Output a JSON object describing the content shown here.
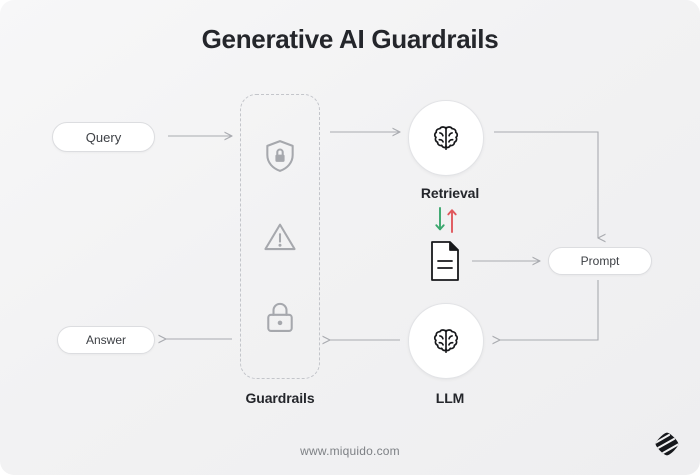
{
  "page": {
    "title": "Generative AI Guardrails",
    "footer_url": "www.miquido.com",
    "background_color": "#f2f2f3",
    "logo_name": "miquido-logo"
  },
  "nodes": {
    "query": {
      "label": "Query",
      "shape": "pill"
    },
    "answer": {
      "label": "Answer",
      "shape": "pill"
    },
    "prompt": {
      "label": "Prompt",
      "shape": "pill"
    },
    "guardrails": {
      "label": "Guardrails",
      "shape": "dashed-container",
      "icons": [
        {
          "name": "shield-lock-icon",
          "label": "Shield with lock"
        },
        {
          "name": "warning-triangle-icon",
          "label": "Warning triangle"
        },
        {
          "name": "padlock-icon",
          "label": "Padlock"
        }
      ]
    },
    "retrieval": {
      "label": "Retrieval",
      "shape": "circle",
      "icon": "brain-icon"
    },
    "llm": {
      "label": "LLM",
      "shape": "circle",
      "icon": "brain-icon"
    },
    "document": {
      "name": "document-icon",
      "label": "Document"
    }
  },
  "sync_arrows": {
    "down_color": "#3aa76d",
    "up_color": "#e0575c",
    "down_label": "write-down-arrow",
    "up_label": "read-up-arrow"
  },
  "connectors": [
    {
      "name": "query-to-guardrails",
      "from": "query",
      "to": "guardrails"
    },
    {
      "name": "guardrails-to-retrieval",
      "from": "guardrails",
      "to": "retrieval"
    },
    {
      "name": "retrieval-to-prompt",
      "from": "retrieval",
      "to": "prompt"
    },
    {
      "name": "document-to-prompt",
      "from": "document",
      "to": "prompt"
    },
    {
      "name": "prompt-to-llm",
      "from": "prompt",
      "to": "llm"
    },
    {
      "name": "llm-to-guardrails",
      "from": "llm",
      "to": "guardrails"
    },
    {
      "name": "guardrails-to-answer",
      "from": "guardrails",
      "to": "answer"
    }
  ],
  "colors": {
    "line": "#a9abb0",
    "text_dark": "#24262b",
    "text_muted": "#7d8085",
    "icon_gray": "#a6a8ad"
  }
}
